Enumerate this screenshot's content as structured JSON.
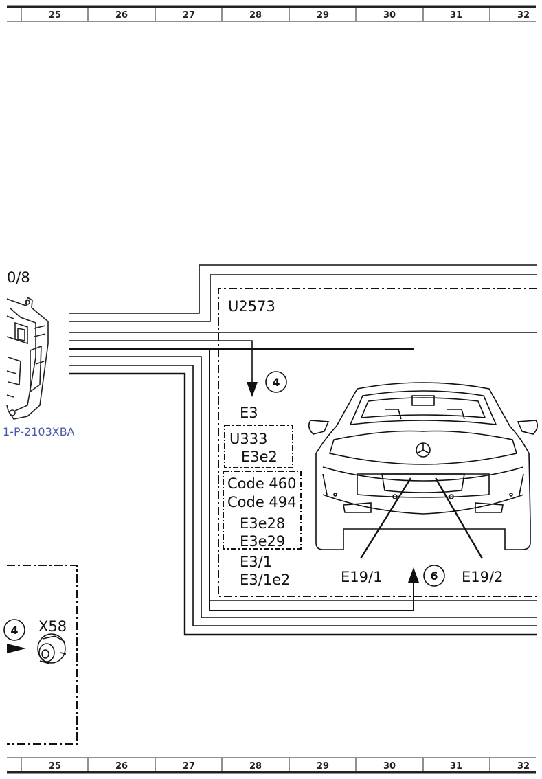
{
  "ruler": {
    "top": [
      "25",
      "26",
      "27",
      "28",
      "29",
      "30",
      "31",
      "32"
    ],
    "bottom": [
      "25",
      "26",
      "27",
      "28",
      "29",
      "30",
      "31",
      "32"
    ]
  },
  "diagram": {
    "partial_label_top": "0/8",
    "module_link": "1-P-2103XBA",
    "zone_label": "U2573",
    "arrow_ref_top": "4",
    "component_e3": "E3",
    "box1": {
      "line1": "U333",
      "line2": "E3e2"
    },
    "box2": {
      "line1": "Code 460",
      "line2": "Code 494",
      "line3": "E3e28",
      "line4": "E3e29"
    },
    "e3_1": "E3/1",
    "e3_1e2": "E3/1e2",
    "e19_1": "E19/1",
    "e19_2": "E19/2",
    "arrow_ref_bottom": "6",
    "left_ref": "4",
    "connector": "X58"
  }
}
